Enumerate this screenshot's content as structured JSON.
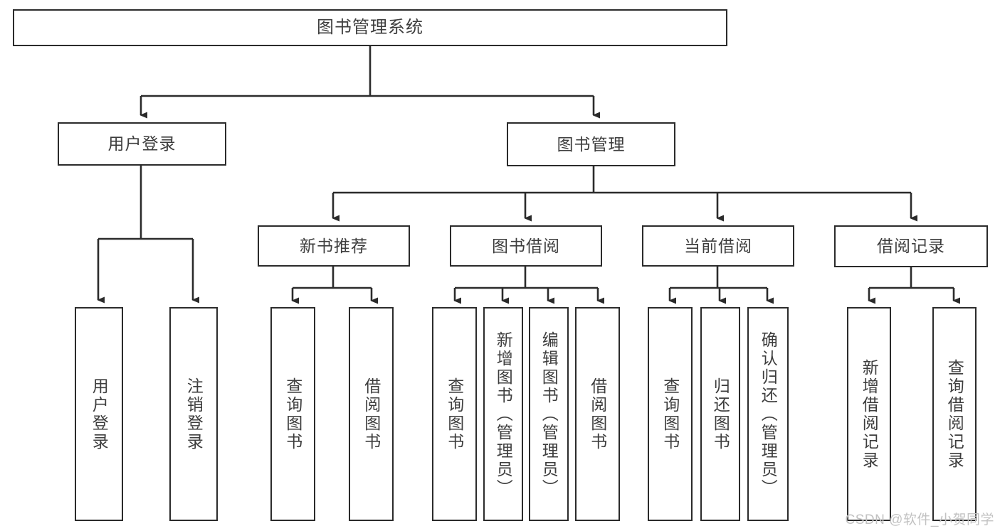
{
  "diagram": {
    "type": "tree-hierarchy-diagram",
    "colors": {
      "background": "#ffffff",
      "node_border": "#2b2b2b",
      "node_fill": "#ffffff",
      "text": "#3d3d3d",
      "connector": "#2b2b2b",
      "watermark": "#c2c2c2"
    },
    "root": {
      "label": "图书管理系统"
    },
    "level2": [
      {
        "id": "user-login",
        "label": "用户登录"
      },
      {
        "id": "book-management",
        "label": "图书管理"
      }
    ],
    "level3": [
      {
        "id": "new-book-recommend",
        "label": "新书推荐",
        "parent": "book-management"
      },
      {
        "id": "book-borrow",
        "label": "图书借阅",
        "parent": "book-management"
      },
      {
        "id": "current-borrow",
        "label": "当前借阅",
        "parent": "book-management"
      },
      {
        "id": "borrow-record",
        "label": "借阅记录",
        "parent": "book-management"
      }
    ],
    "leaves": [
      {
        "id": "leaf-user-login",
        "label": "用户登录",
        "parent": "user-login"
      },
      {
        "id": "leaf-logout-login",
        "label": "注销登录",
        "parent": "user-login"
      },
      {
        "id": "leaf-query-book-1",
        "label": "查询图书",
        "parent": "new-book-recommend"
      },
      {
        "id": "leaf-borrow-book-1",
        "label": "借阅图书",
        "parent": "new-book-recommend"
      },
      {
        "id": "leaf-query-book-2",
        "label": "查询图书",
        "parent": "book-borrow"
      },
      {
        "id": "leaf-add-book",
        "label": "新增图书（管理员）",
        "parent": "book-borrow"
      },
      {
        "id": "leaf-edit-book",
        "label": "编辑图书（管理员）",
        "parent": "book-borrow"
      },
      {
        "id": "leaf-borrow-book-2",
        "label": "借阅图书",
        "parent": "book-borrow"
      },
      {
        "id": "leaf-query-book-3",
        "label": "查询图书",
        "parent": "current-borrow"
      },
      {
        "id": "leaf-return-book",
        "label": "归还图书",
        "parent": "current-borrow"
      },
      {
        "id": "leaf-confirm-return",
        "label": "确认归还（管理员）",
        "parent": "current-borrow"
      },
      {
        "id": "leaf-add-record",
        "label": "新增借阅记录",
        "parent": "borrow-record"
      },
      {
        "id": "leaf-query-record",
        "label": "查询借阅记录",
        "parent": "borrow-record"
      }
    ]
  },
  "watermark": {
    "text": "CSDN @软件_小贺同学"
  }
}
